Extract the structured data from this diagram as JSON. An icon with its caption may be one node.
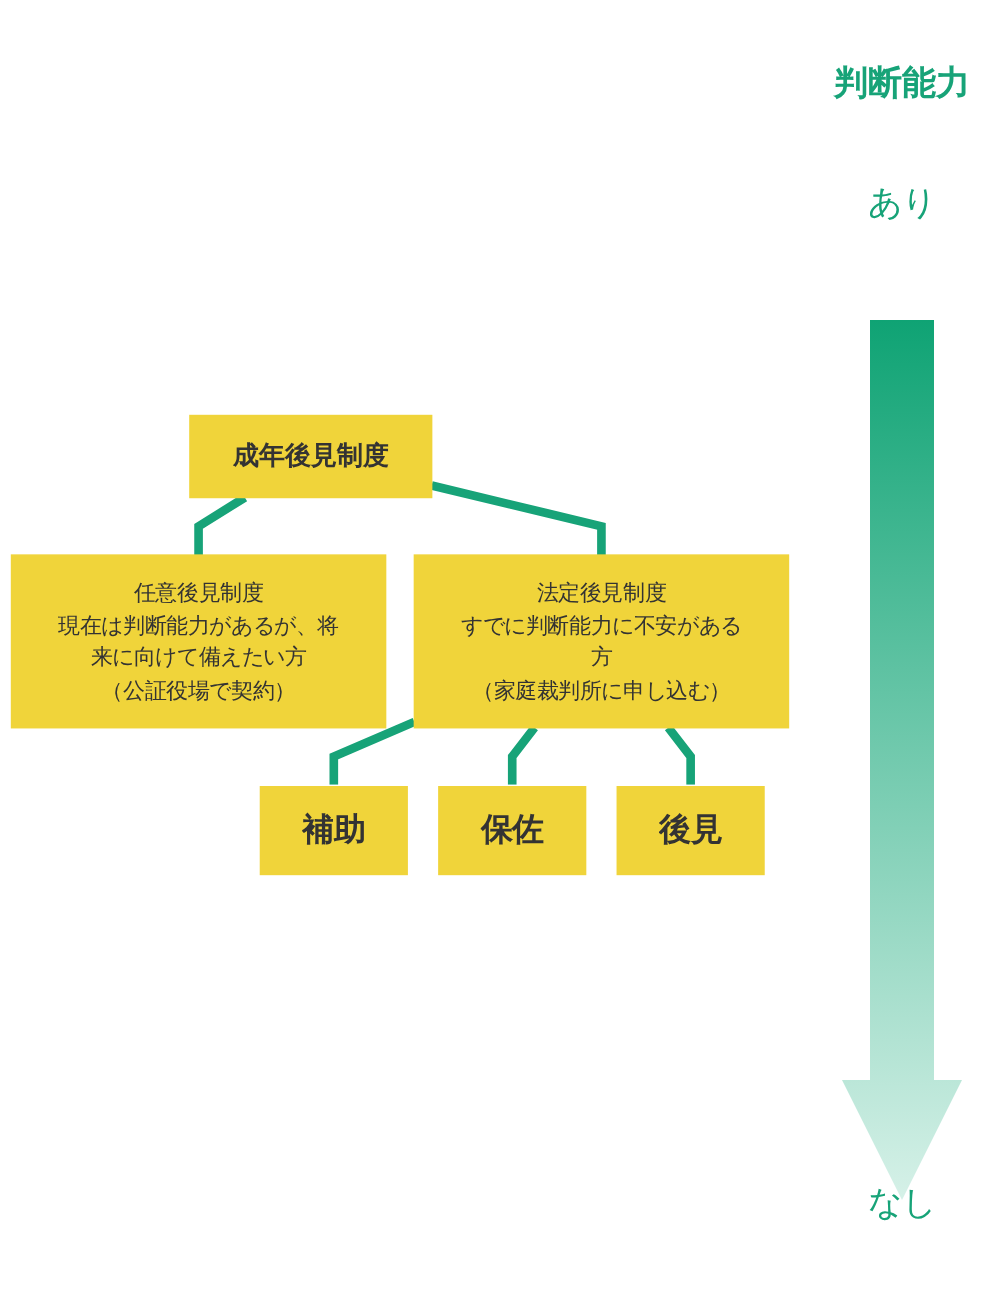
{
  "diagram": {
    "nodes": [
      {
        "text": [
          "成年後見制度"
        ]
      },
      {
        "text": [
          "任意後見制度",
          "現在は判断能力があるが、将来に向けて備えたい方",
          "（公証役場で契約）"
        ]
      },
      {
        "text": [
          "法定後見制度",
          "すでに判断能力に不安がある方",
          "（家庭裁判所に申し込む）"
        ]
      },
      {
        "text": [
          "補助"
        ]
      },
      {
        "text": [
          "保佐"
        ]
      },
      {
        "text": [
          "後見"
        ]
      }
    ],
    "edges": [
      {
        "from": 0,
        "to": 1,
        "arrow": "none"
      },
      {
        "from": 0,
        "to": 2,
        "arrow": "none"
      },
      {
        "from": 2,
        "to": 3,
        "arrow": "none"
      },
      {
        "from": 2,
        "to": 4,
        "arrow": "none"
      },
      {
        "from": 2,
        "to": 5,
        "arrow": "none"
      }
    ],
    "labels": [
      "判断能力",
      "あり",
      "なし"
    ]
  }
}
